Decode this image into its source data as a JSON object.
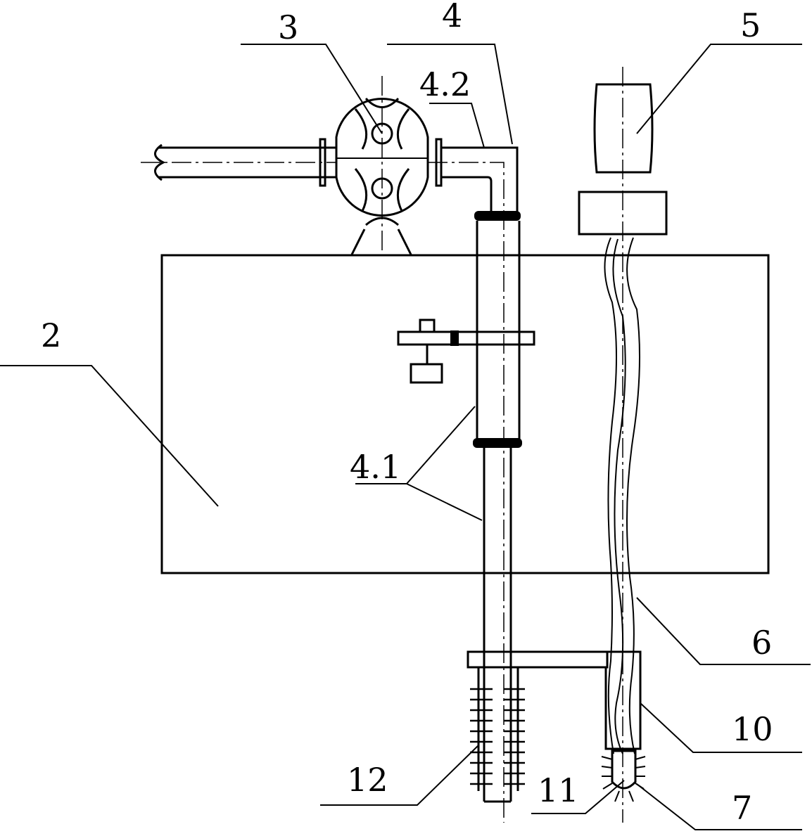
{
  "labels": {
    "tank": "2",
    "pump": "3",
    "pipe": "4",
    "pipe_upper": "4.2",
    "pipe_lower": "4.1",
    "motor": "5",
    "shaft": "6",
    "brush_head": "7",
    "sleeve": "10",
    "nozzle": "11",
    "bristles": "12"
  }
}
